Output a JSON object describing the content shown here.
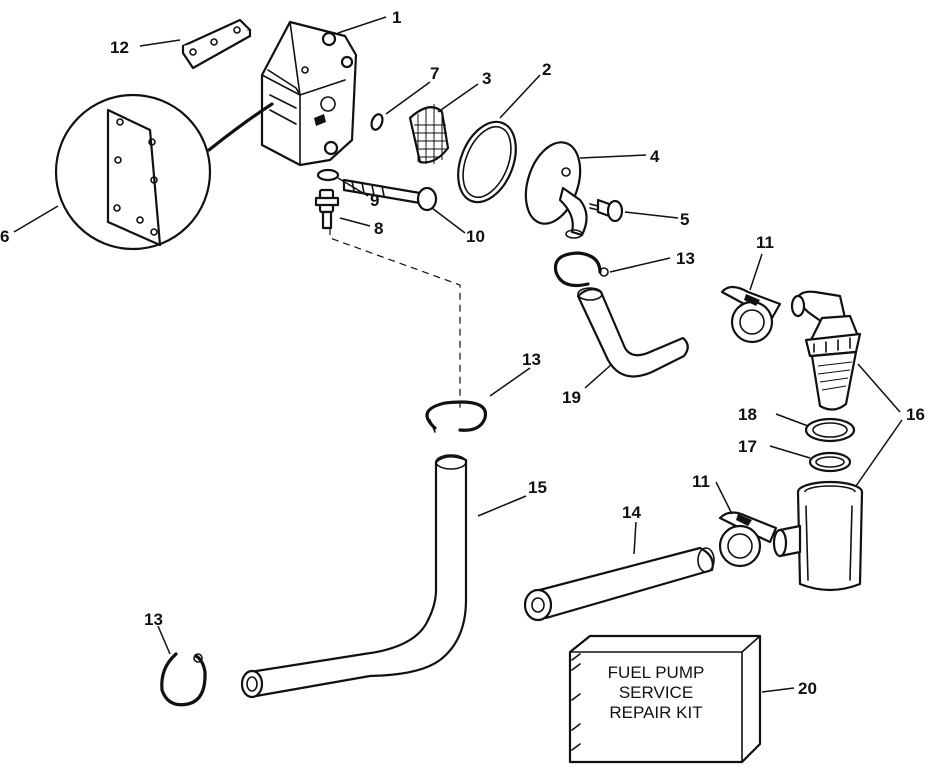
{
  "callouts": {
    "c1": "1",
    "c2": "2",
    "c3": "3",
    "c4": "4",
    "c5": "5",
    "c6": "6",
    "c7": "7",
    "c8": "8",
    "c9": "9",
    "c10": "10",
    "c11a": "11",
    "c11b": "11",
    "c12": "12",
    "c13a": "13",
    "c13b": "13",
    "c13c": "13",
    "c14": "14",
    "c15": "15",
    "c16": "16",
    "c17": "17",
    "c18": "18",
    "c19": "19",
    "c20": "20"
  },
  "kit": {
    "line1": "FUEL PUMP",
    "line2": "SERVICE",
    "line3": "REPAIR KIT"
  }
}
